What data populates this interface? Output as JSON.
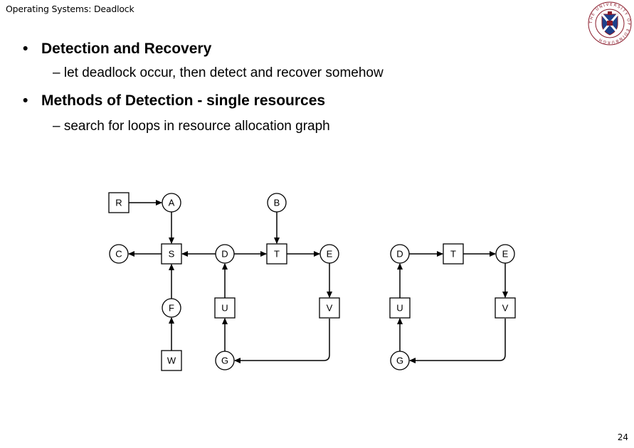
{
  "header": {
    "title": "Operating Systems: Deadlock"
  },
  "logo": {
    "name": "university-crest",
    "text": "THE UNIVERSITY OF EDINBURGH"
  },
  "slide": {
    "bullets": [
      {
        "bullet": "•",
        "text": "Detection and Recovery",
        "sub": "– let deadlock occur, then detect and recover somehow"
      },
      {
        "bullet": "•",
        "text": "Methods of Detection - single resources",
        "sub": "– search for loops in resource allocation graph"
      }
    ]
  },
  "graph_left": {
    "nodes": [
      {
        "id": "R",
        "kind": "resource"
      },
      {
        "id": "A",
        "kind": "process"
      },
      {
        "id": "B",
        "kind": "process"
      },
      {
        "id": "C",
        "kind": "process"
      },
      {
        "id": "S",
        "kind": "resource"
      },
      {
        "id": "D",
        "kind": "process"
      },
      {
        "id": "T",
        "kind": "resource"
      },
      {
        "id": "E",
        "kind": "process"
      },
      {
        "id": "F",
        "kind": "process"
      },
      {
        "id": "U",
        "kind": "resource"
      },
      {
        "id": "V",
        "kind": "resource"
      },
      {
        "id": "W",
        "kind": "resource"
      },
      {
        "id": "G",
        "kind": "process"
      }
    ],
    "edges": [
      [
        "R",
        "A"
      ],
      [
        "A",
        "S"
      ],
      [
        "B",
        "T"
      ],
      [
        "S",
        "C"
      ],
      [
        "D",
        "S"
      ],
      [
        "D",
        "T"
      ],
      [
        "T",
        "E"
      ],
      [
        "E",
        "V"
      ],
      [
        "F",
        "S"
      ],
      [
        "W",
        "F"
      ],
      [
        "U",
        "D"
      ],
      [
        "G",
        "U"
      ],
      [
        "V",
        "G"
      ]
    ]
  },
  "graph_right": {
    "nodes": [
      {
        "id": "D",
        "kind": "process"
      },
      {
        "id": "T",
        "kind": "resource"
      },
      {
        "id": "E",
        "kind": "process"
      },
      {
        "id": "U",
        "kind": "resource"
      },
      {
        "id": "V",
        "kind": "resource"
      },
      {
        "id": "G",
        "kind": "process"
      }
    ],
    "edges": [
      [
        "D",
        "T"
      ],
      [
        "T",
        "E"
      ],
      [
        "E",
        "V"
      ],
      [
        "U",
        "D"
      ],
      [
        "G",
        "U"
      ],
      [
        "V",
        "G"
      ]
    ]
  },
  "page_number": "24",
  "colors": {
    "text": "#000000",
    "crest": "#8a1a2a",
    "crest_blue": "#1e3f8a"
  }
}
